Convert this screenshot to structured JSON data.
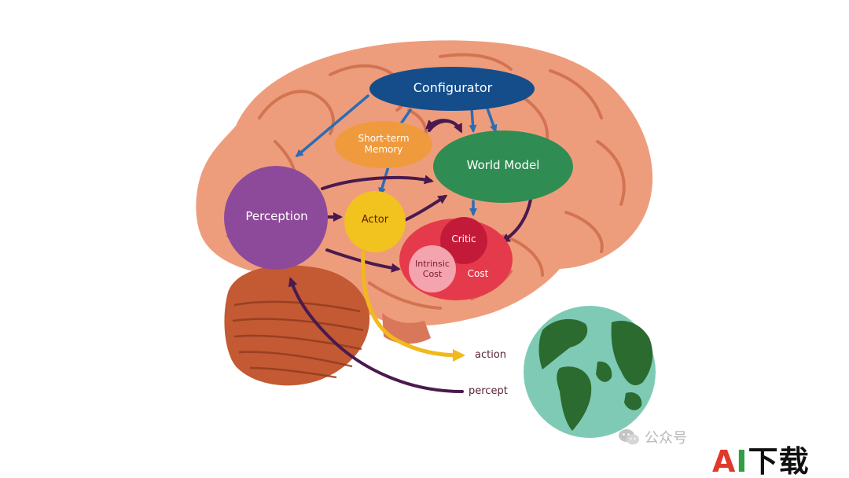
{
  "diagram": {
    "nodes": {
      "configurator": "Configurator",
      "short_term_memory": "Short-term\nMemory",
      "world_model": "World Model",
      "perception": "Perception",
      "actor": "Actor",
      "critic": "Critic",
      "intrinsic_cost": "Intrinsic\nCost",
      "cost": "Cost"
    },
    "io": {
      "action": "action",
      "percept": "percept"
    }
  },
  "watermark": {
    "text": "公众号"
  },
  "brand_logo": {
    "text": "AI下载"
  },
  "colors": {
    "configurator": "#144d8a",
    "short_term_memory": "#f09a3e",
    "world_model": "#2f8c52",
    "perception": "#8e4a9a",
    "actor": "#f2c21f",
    "cost_area": "#e53a4c",
    "critic": "#c41a3a",
    "intrinsic_cost": "#f3a4ae",
    "arrow_blue": "#2b6db5",
    "arrow_dark": "#4a1a4e",
    "arrow_yellow": "#f2b81d",
    "globe_water": "#7fcab5",
    "globe_land": "#2b6b2f"
  }
}
